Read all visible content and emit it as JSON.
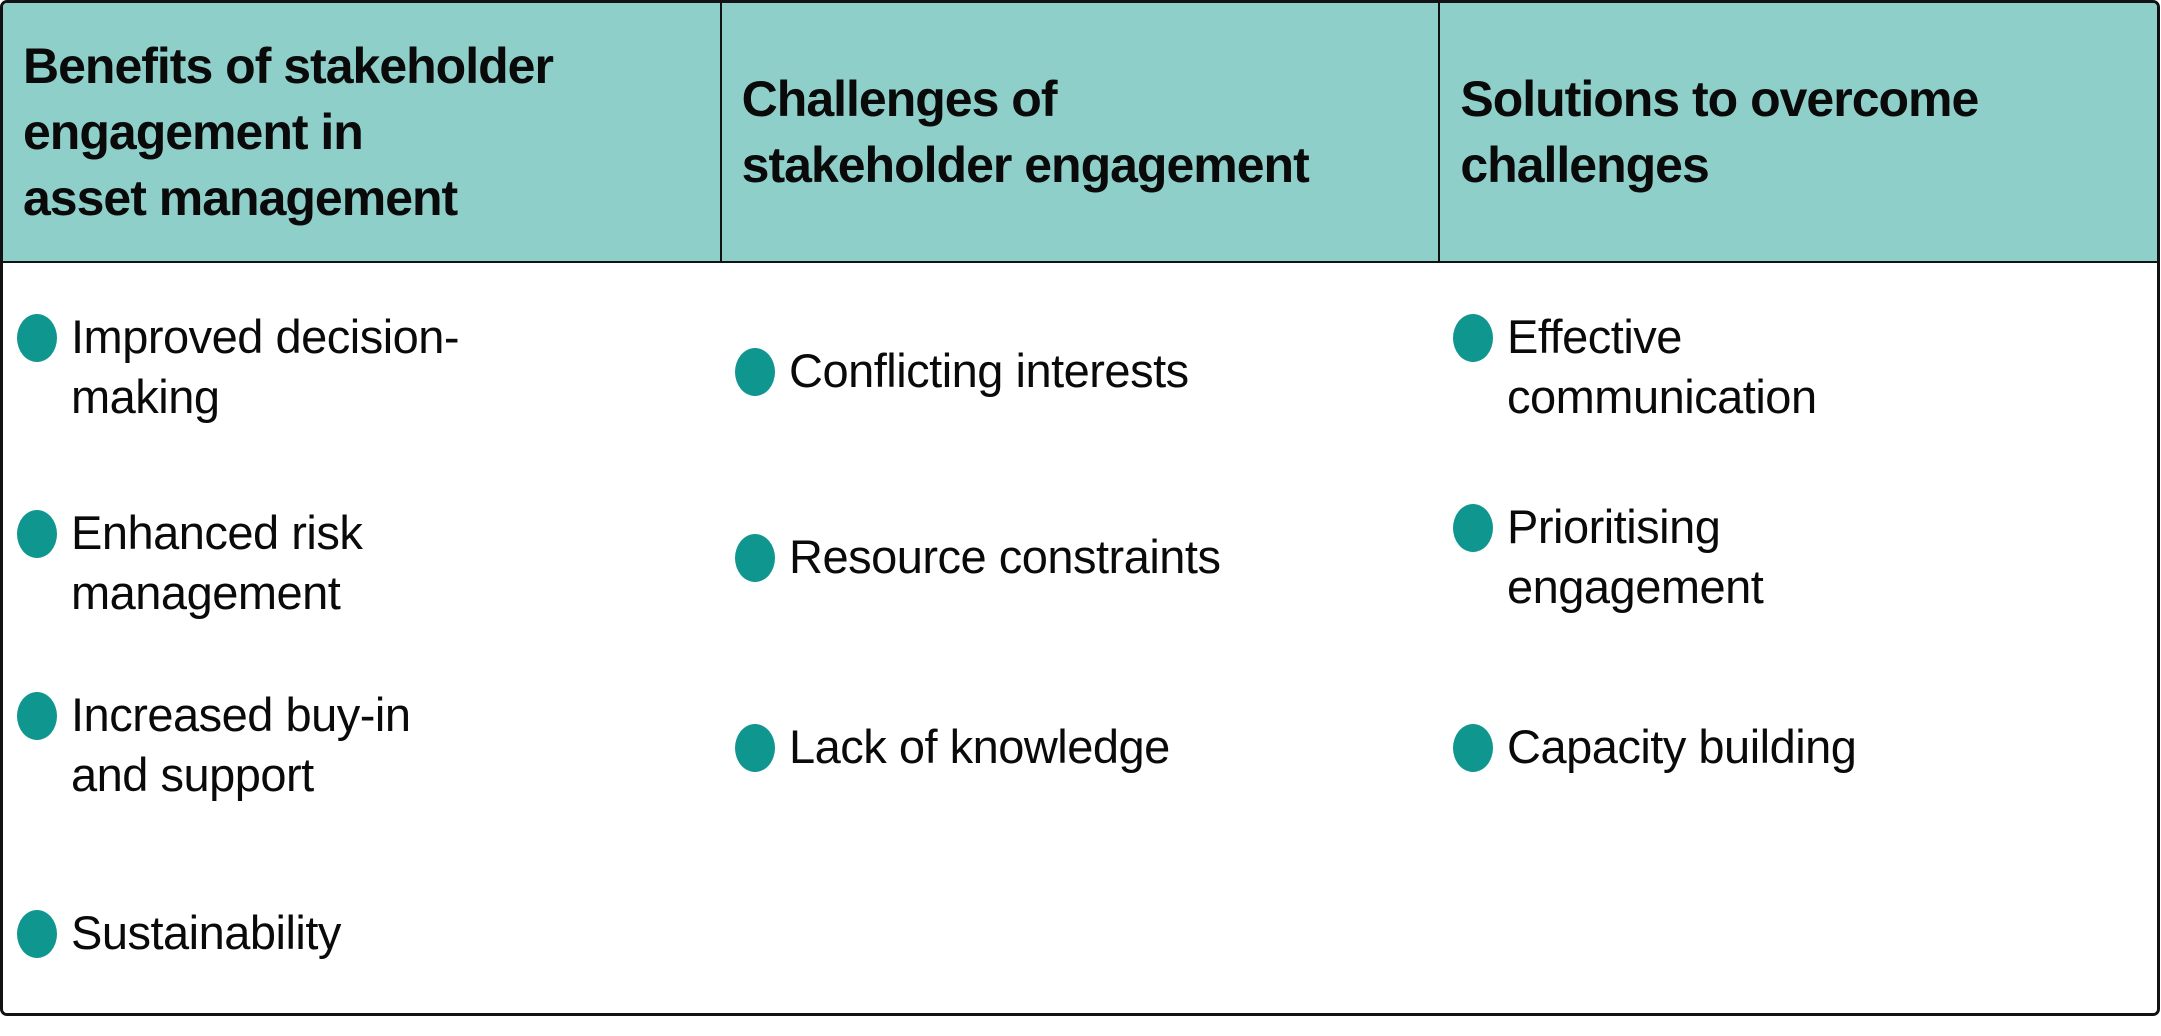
{
  "theme": {
    "header_bg": "#8ECFC9",
    "bullet": "#0E968F",
    "border": "#121212",
    "text": "#0A0A0A",
    "body_bg": "#FFFFFF"
  },
  "table": {
    "columns": [
      {
        "header": "Benefits of stakeholder\nengagement in\nasset management",
        "items": [
          "Improved decision-\nmaking",
          "Enhanced risk\nmanagement",
          "Increased buy-in\nand support",
          "Sustainability"
        ]
      },
      {
        "header": "Challenges of\nstakeholder engagement",
        "items": [
          "Conflicting interests",
          "Resource constraints",
          "Lack of knowledge"
        ]
      },
      {
        "header": "Solutions to overcome\nchallenges",
        "items": [
          "Effective\ncommunication",
          "Prioritising\nengagement",
          "Capacity building"
        ]
      }
    ]
  }
}
